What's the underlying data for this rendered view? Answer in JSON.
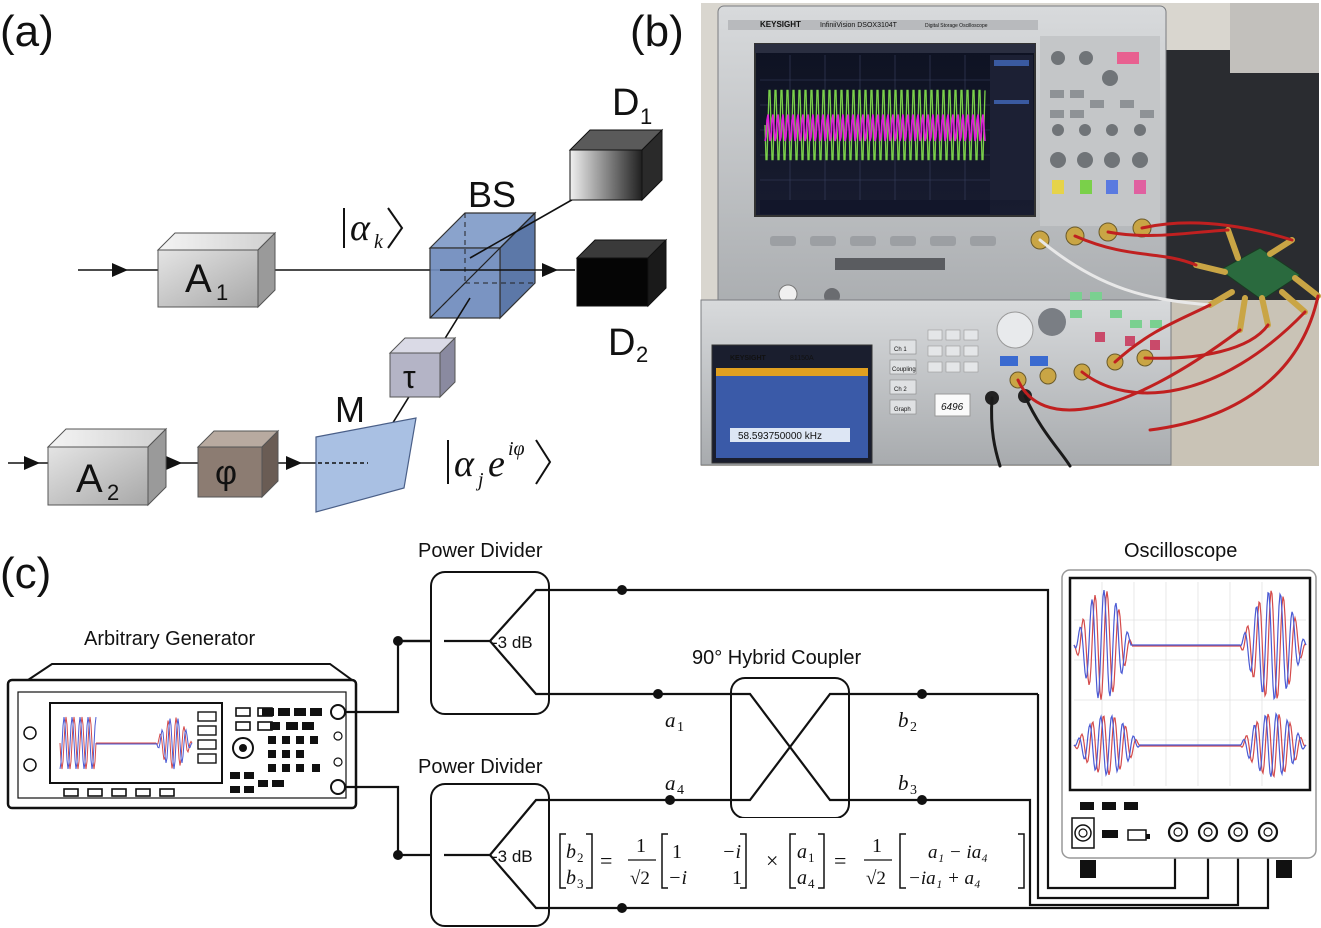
{
  "panels": {
    "a": "(a)",
    "b": "(b)",
    "c": "(c)"
  },
  "panel_a": {
    "box_a1": "A",
    "box_a1_sub": "1",
    "box_a2": "A",
    "box_a2_sub": "2",
    "phase_box": "φ",
    "delay_box": "τ",
    "mirror": "M",
    "beam_splitter": "BS",
    "detector_1": "D",
    "detector_1_sub": "1",
    "detector_2": "D",
    "detector_2_sub": "2",
    "state_k_symbol": "α",
    "state_k_sub": "k",
    "state_j_symbol": "α",
    "state_j_sub": "j",
    "state_j_e": "e",
    "state_j_exp": "iφ"
  },
  "panel_b": {
    "scope_brand": "KEYSIGHT",
    "scope_model": "InfiniiVision DSOX3104T",
    "scope_sub": "Digital Storage Oscilloscope",
    "gen_brand": "KEYSIGHT",
    "gen_model": "81150A",
    "gen_frequency": "58.593750000 kHz",
    "tag": "6496",
    "gen_btns": [
      "Ch 1",
      "Coupling",
      "Ch 2",
      "Graph"
    ]
  },
  "panel_c": {
    "arbitrary_generator": "Arbitrary Generator",
    "power_divider_top": "Power Divider",
    "power_divider_bottom": "Power Divider",
    "divider_attenuation_top": "-3 dB",
    "divider_attenuation_bottom": "-3 dB",
    "hybrid_coupler": "90° Hybrid Coupler",
    "oscilloscope": "Oscilloscope",
    "port_a1": "a",
    "port_a1_sub": "1",
    "port_a4": "a",
    "port_a4_sub": "4",
    "port_b2": "b",
    "port_b2_sub": "2",
    "port_b3": "b",
    "port_b3_sub": "3",
    "eq_b2": "b",
    "eq_b2_sub": "2",
    "eq_b3": "b",
    "eq_b3_sub": "3",
    "eq_equals": "=",
    "eq_one": "1",
    "eq_sqrt2": "√2",
    "eq_m11": "1",
    "eq_m12": "−i",
    "eq_m21": "−i",
    "eq_m22": "1",
    "eq_times": "×",
    "eq_a1": "a",
    "eq_a1_sub": "1",
    "eq_a4": "a",
    "eq_a4_sub": "4",
    "eq_r1": "a₁ − ia₄",
    "eq_r2": "−ia₁ + a₄"
  },
  "colors": {
    "grey_box": "#c8c8c8",
    "phase_box": "#8a7a70",
    "beam_splitter": "#4a6a9a",
    "mirror": "#a6bde0",
    "trace_red": "#d44a4a",
    "trace_blue": "#4a5ad4",
    "scope_magenta": "#e020d8",
    "scope_green": "#7ad04a"
  }
}
